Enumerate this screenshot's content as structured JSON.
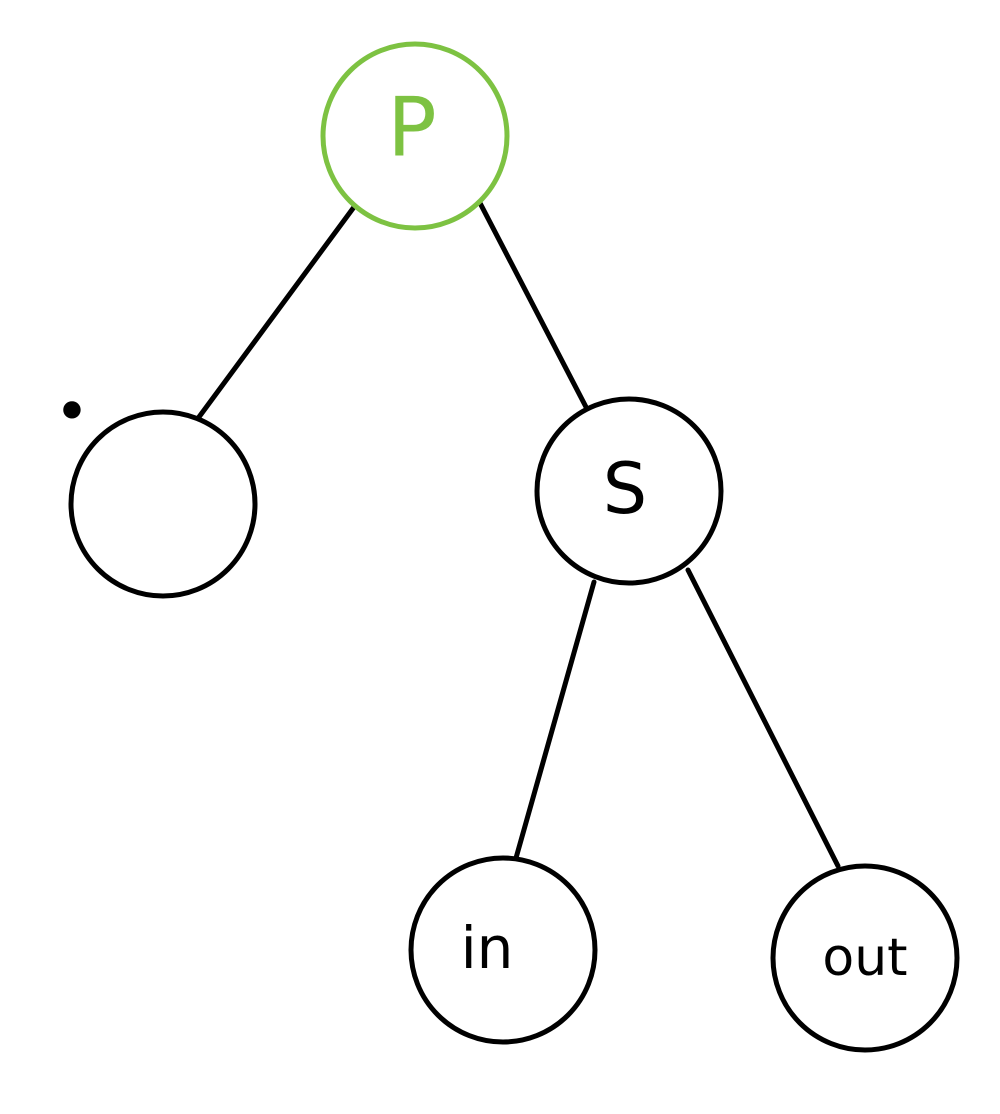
{
  "diagram": {
    "type": "tree",
    "nodes": [
      {
        "id": "p",
        "label": "P",
        "color": "#7dc242"
      },
      {
        "id": "dot",
        "label": "",
        "color": "#000000"
      },
      {
        "id": "s",
        "label": "S",
        "color": "#000000"
      },
      {
        "id": "in",
        "label": "in",
        "color": "#000000"
      },
      {
        "id": "out",
        "label": "out",
        "color": "#000000"
      }
    ],
    "edges": [
      {
        "from": "p",
        "to": "dot"
      },
      {
        "from": "p",
        "to": "s"
      },
      {
        "from": "s",
        "to": "in"
      },
      {
        "from": "s",
        "to": "out"
      }
    ],
    "annotations": [
      {
        "text": "•",
        "attached_to": "dot"
      }
    ]
  }
}
